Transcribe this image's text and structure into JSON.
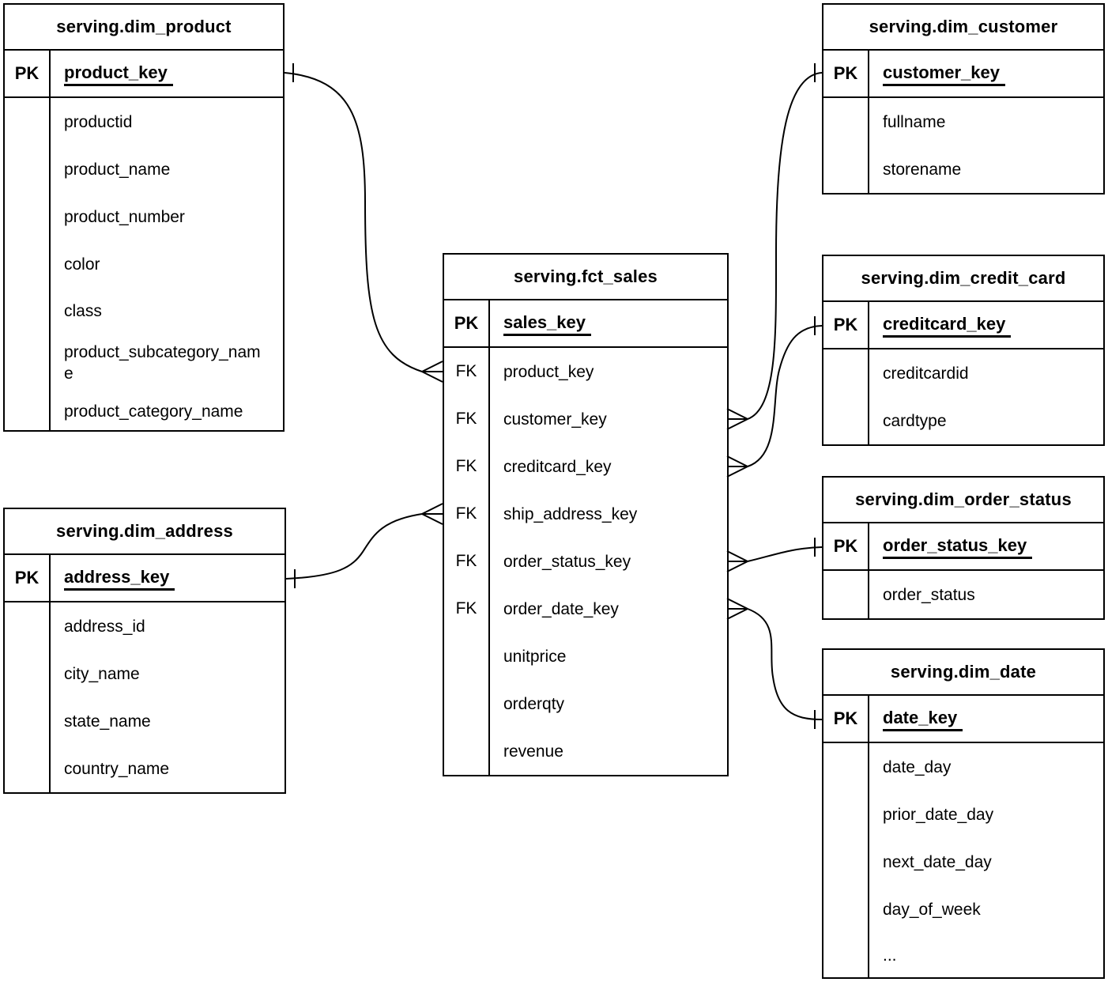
{
  "diagram": {
    "kind": "entity-relationship-diagram",
    "colors": {
      "line": "#000000",
      "background": "#ffffff",
      "text": "#000000"
    },
    "tables": [
      {
        "id": "dim_product",
        "title": "serving.dim_product",
        "pk": {
          "badge": "PK",
          "field": "product_key"
        },
        "fields": [
          {
            "badge": "",
            "name": "productid"
          },
          {
            "badge": "",
            "name": "product_name"
          },
          {
            "badge": "",
            "name": "product_number"
          },
          {
            "badge": "",
            "name": "color"
          },
          {
            "badge": "",
            "name": "class"
          },
          {
            "badge": "",
            "name": "product_subcategory_name"
          },
          {
            "badge": "",
            "name": "product_category_name"
          }
        ]
      },
      {
        "id": "dim_customer",
        "title": "serving.dim_customer",
        "pk": {
          "badge": "PK",
          "field": "customer_key"
        },
        "fields": [
          {
            "badge": "",
            "name": "fullname"
          },
          {
            "badge": "",
            "name": "storename"
          }
        ]
      },
      {
        "id": "fct_sales",
        "title": "serving.fct_sales",
        "pk": {
          "badge": "PK",
          "field": "sales_key"
        },
        "fields": [
          {
            "badge": "FK",
            "name": "product_key"
          },
          {
            "badge": "FK",
            "name": "customer_key"
          },
          {
            "badge": "FK",
            "name": "creditcard_key"
          },
          {
            "badge": "FK",
            "name": "ship_address_key"
          },
          {
            "badge": "FK",
            "name": "order_status_key"
          },
          {
            "badge": "FK",
            "name": "order_date_key"
          },
          {
            "badge": "",
            "name": "unitprice"
          },
          {
            "badge": "",
            "name": "orderqty"
          },
          {
            "badge": "",
            "name": "revenue"
          }
        ]
      },
      {
        "id": "dim_credit_card",
        "title": "serving.dim_credit_card",
        "pk": {
          "badge": "PK",
          "field": "creditcard_key"
        },
        "fields": [
          {
            "badge": "",
            "name": "creditcardid"
          },
          {
            "badge": "",
            "name": "cardtype"
          }
        ]
      },
      {
        "id": "dim_order_status",
        "title": "serving.dim_order_status",
        "pk": {
          "badge": "PK",
          "field": "order_status_key"
        },
        "fields": [
          {
            "badge": "",
            "name": "order_status"
          }
        ]
      },
      {
        "id": "dim_address",
        "title": "serving.dim_address",
        "pk": {
          "badge": "PK",
          "field": "address_key"
        },
        "fields": [
          {
            "badge": "",
            "name": "address_id"
          },
          {
            "badge": "",
            "name": "city_name"
          },
          {
            "badge": "",
            "name": "state_name"
          },
          {
            "badge": "",
            "name": "country_name"
          }
        ]
      },
      {
        "id": "dim_date",
        "title": "serving.dim_date",
        "pk": {
          "badge": "PK",
          "field": "date_key"
        },
        "fields": [
          {
            "badge": "",
            "name": "date_day"
          },
          {
            "badge": "",
            "name": "prior_date_day"
          },
          {
            "badge": "",
            "name": "next_date_day"
          },
          {
            "badge": "",
            "name": "day_of_week"
          },
          {
            "badge": "",
            "name": "..."
          }
        ]
      }
    ],
    "connections": [
      {
        "id": "product",
        "from": "serving.fct_sales.product_key",
        "from_end": "many",
        "to": "serving.dim_product.product_key",
        "to_end": "one",
        "notation": "crows-foot"
      },
      {
        "id": "customer",
        "from": "serving.fct_sales.customer_key",
        "from_end": "many",
        "to": "serving.dim_customer.customer_key",
        "to_end": "one",
        "notation": "crows-foot"
      },
      {
        "id": "creditcard",
        "from": "serving.fct_sales.creditcard_key",
        "from_end": "many",
        "to": "serving.dim_credit_card.creditcard_key",
        "to_end": "one",
        "notation": "crows-foot"
      },
      {
        "id": "address",
        "from": "serving.fct_sales.ship_address_key",
        "from_end": "many",
        "to": "serving.dim_address.address_key",
        "to_end": "one",
        "notation": "crows-foot"
      },
      {
        "id": "status",
        "from": "serving.fct_sales.order_status_key",
        "from_end": "many",
        "to": "serving.dim_order_status.order_status_key",
        "to_end": "one",
        "notation": "crows-foot"
      },
      {
        "id": "date",
        "from": "serving.fct_sales.order_date_key",
        "from_end": "many",
        "to": "serving.dim_date.date_key",
        "to_end": "one",
        "notation": "crows-foot"
      }
    ]
  }
}
